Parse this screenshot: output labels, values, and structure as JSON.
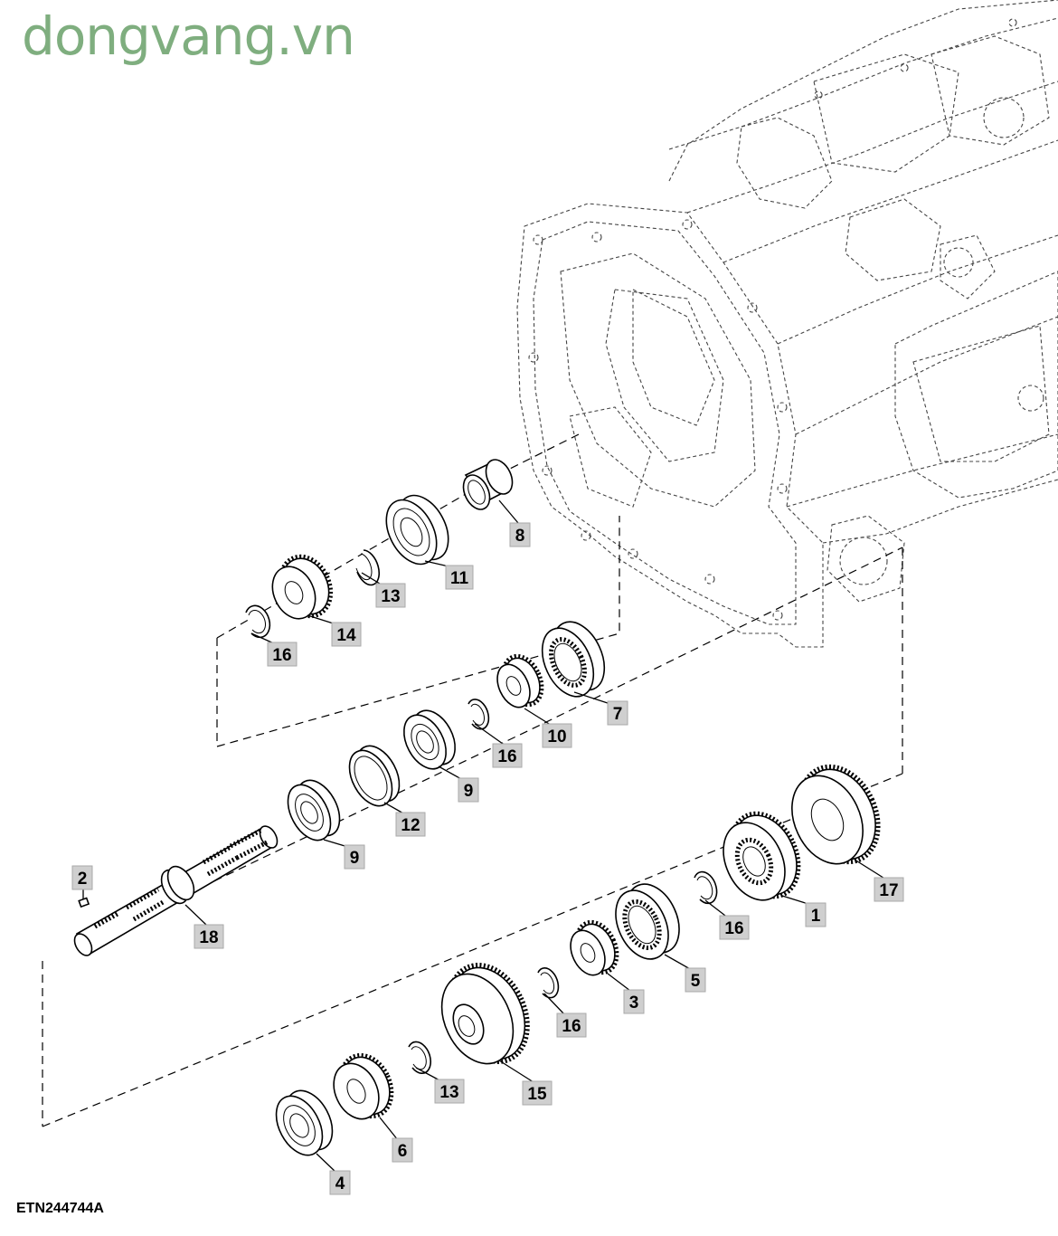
{
  "watermark": {
    "text": "dongvang.vn",
    "color": "#7fae7f"
  },
  "figure_code": "ETN244744A",
  "callouts": {
    "c1": "1",
    "c2": "2",
    "c3": "3",
    "c4": "4",
    "c5": "5",
    "c6": "6",
    "c7": "7",
    "c8": "8",
    "c9a": "9",
    "c9b": "9",
    "c10": "10",
    "c11": "11",
    "c12": "12",
    "c13a": "13",
    "c13b": "13",
    "c14": "14",
    "c15": "15",
    "c16a": "16",
    "c16b": "16",
    "c16c": "16",
    "c16d": "16",
    "c17": "17",
    "c18": "18"
  }
}
